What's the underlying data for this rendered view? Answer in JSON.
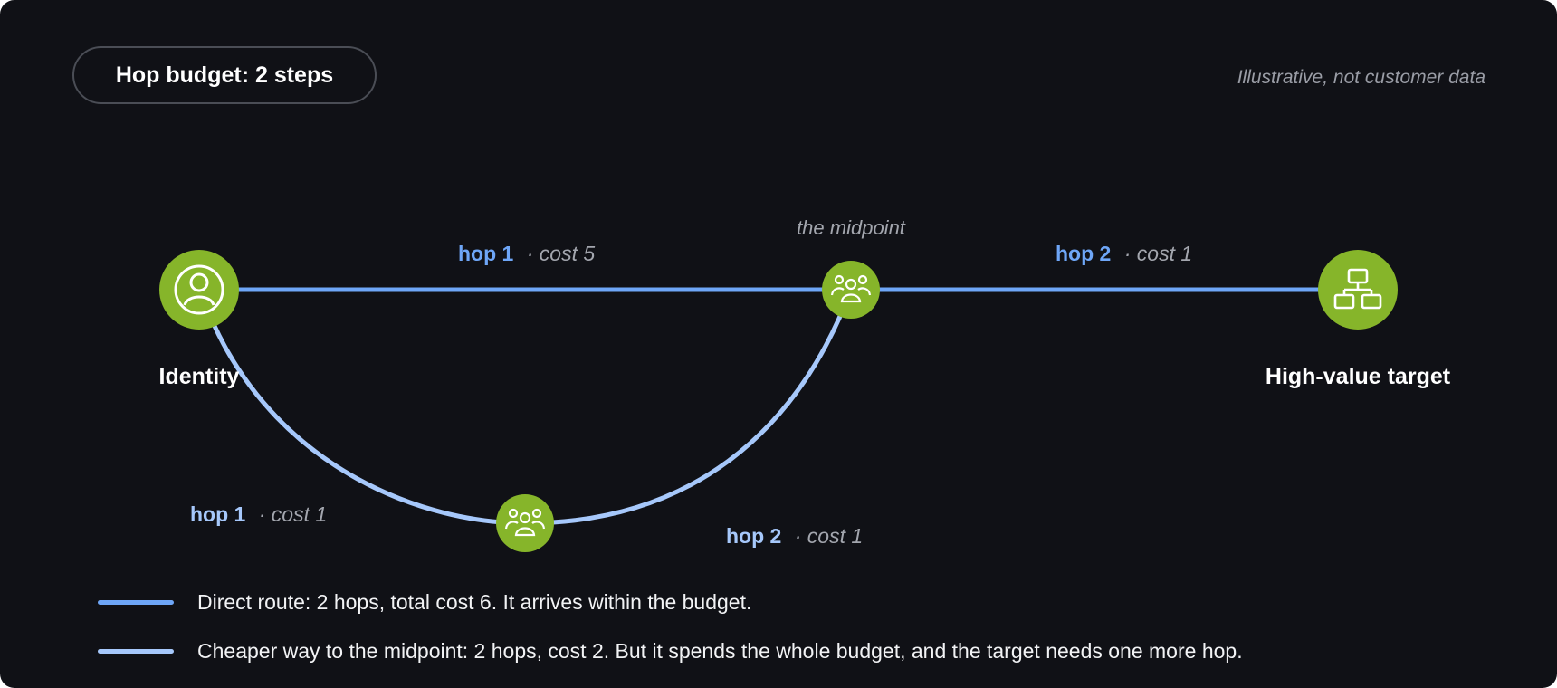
{
  "header": {
    "budget_label": "Hop budget: 2 steps",
    "note": "Illustrative, not customer data"
  },
  "nodes": {
    "identity": {
      "label": "Identity",
      "icon": "user-icon"
    },
    "midpoint": {
      "label": "the midpoint",
      "icon": "group-icon"
    },
    "intermediate": {
      "label": "",
      "icon": "group-icon"
    },
    "target": {
      "label": "High-value target",
      "icon": "network-icon"
    }
  },
  "edges": {
    "direct_hop1": {
      "hop": "hop 1",
      "cost": "· cost 5"
    },
    "direct_hop2": {
      "hop": "hop 2",
      "cost": "· cost 1"
    },
    "cheap_hop1": {
      "hop": "hop 1",
      "cost": "· cost 1"
    },
    "cheap_hop2": {
      "hop": "hop 2",
      "cost": "· cost 1"
    }
  },
  "legend": {
    "direct": "Direct route: 2 hops, total cost 6. It arrives within the budget.",
    "cheap": "Cheaper way to the midpoint: 2 hops, cost 2. But it spends the whole budget, and the target needs one more hop."
  },
  "colors": {
    "background": "#101116",
    "direct_route": "#6ea6f7",
    "cheap_route": "#a6c8fb",
    "node_fill": "#86b52a"
  }
}
